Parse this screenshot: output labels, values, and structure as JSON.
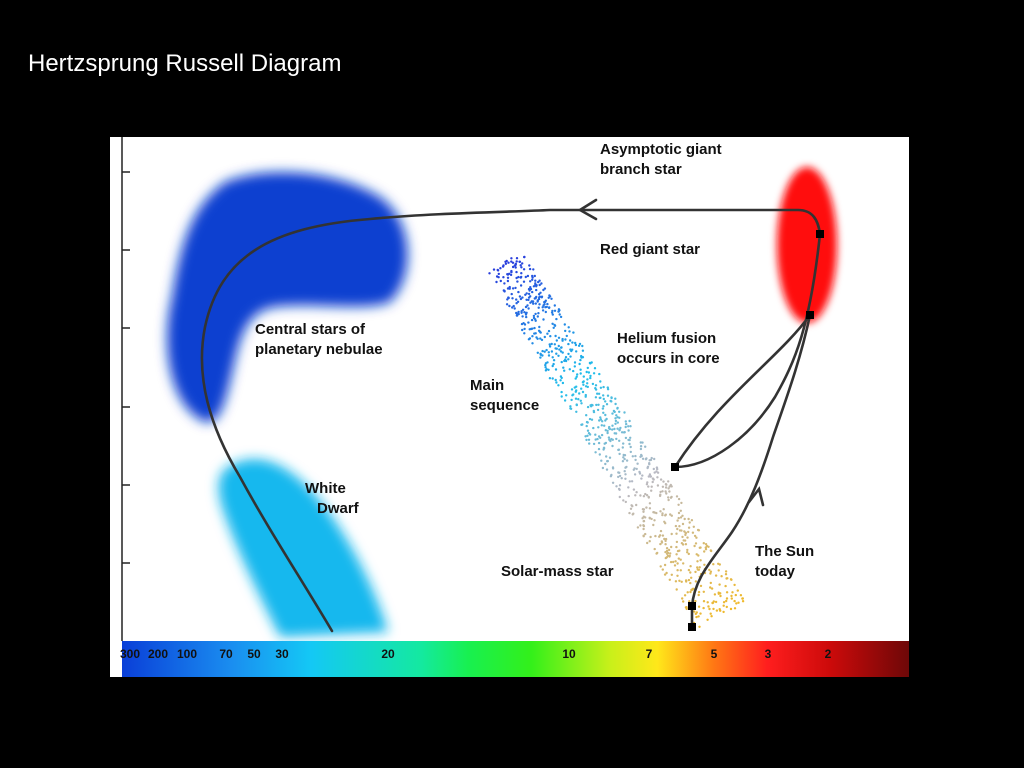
{
  "title": "Hertzsprung Russell Diagram",
  "labels": {
    "agb": [
      "Asymptotic giant",
      "branch star"
    ],
    "red_giant": "Red giant star",
    "central": [
      "Central stars of",
      "planetary nebulae"
    ],
    "helium": [
      "Helium fusion",
      "occurs in core"
    ],
    "main_seq": [
      "Main",
      "sequence"
    ],
    "white_dwarf": [
      "White",
      "Dwarf"
    ],
    "solar_mass": "Solar-mass star",
    "sun_today": [
      "The Sun",
      "today"
    ]
  },
  "temperature_ticks": [
    "300",
    "200",
    "100",
    "70",
    "50",
    "30",
    "20",
    "10",
    "7",
    "5",
    "3",
    "2"
  ],
  "colors": {
    "nebula_blue": "#0a3fd0",
    "white_dwarf_cyan": "#18b8ee",
    "red_giant": "#ff1010",
    "track": "#333333"
  }
}
